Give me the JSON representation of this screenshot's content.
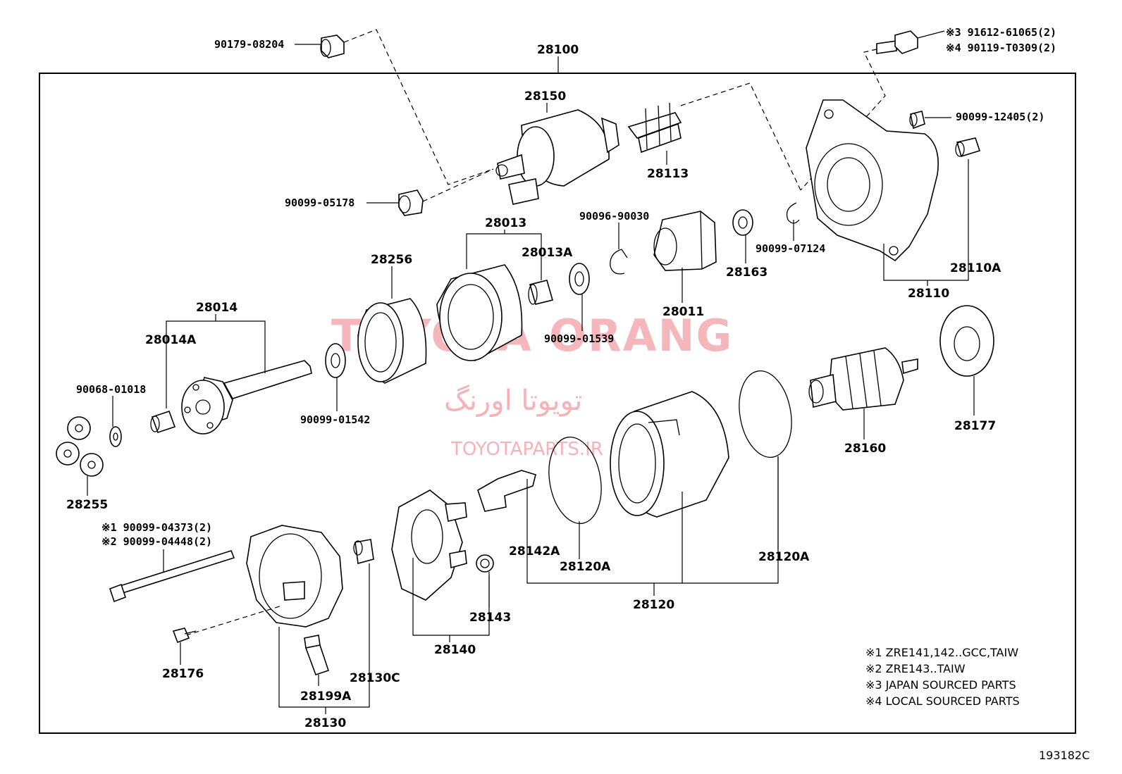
{
  "labels": {
    "p28100": "28100",
    "p90179_08204": "90179-08204",
    "p91612_61065": "※3 91612-61065(2)",
    "p90119_T0309": "※4 90119-T0309(2)",
    "p28150": "28150",
    "p28113": "28113",
    "p90099_12405": "90099-12405(2)",
    "p90099_05178": "90099-05178",
    "p28013": "28013",
    "p28013A": "28013A",
    "p90096_90030": "90096-90030",
    "p28163": "28163",
    "p90099_07124": "90099-07124",
    "p28110A": "28110A",
    "p28110": "28110",
    "p28256": "28256",
    "p28011": "28011",
    "p28014": "28014",
    "p28014A": "28014A",
    "p90099_01539": "90099-01539",
    "p90068_01018": "90068-01018",
    "p90099_01542": "90099-01542",
    "p28177": "28177",
    "p28160": "28160",
    "p28255": "28255",
    "p90099_04373": "※1 90099-04373(2)",
    "p90099_04448": "※2 90099-04448(2)",
    "p28142A": "28142A",
    "p28120A_left": "28120A",
    "p28120A_right": "28120A",
    "p28143": "28143",
    "p28120": "28120",
    "p28140": "28140",
    "p28176": "28176",
    "p28130C": "28130C",
    "p28199A": "28199A",
    "p28130": "28130"
  },
  "notes": [
    "※1 ZRE141,142..GCC,TAIW",
    "※2 ZRE143..TAIW",
    "※3 JAPAN SOURCED PARTS",
    "※4 LOCAL SOURCED PARTS"
  ],
  "figure_code": "193182C",
  "watermark": {
    "main": "TOYOTA ORANG",
    "persian": "تویوتا اورنگ",
    "site": "TOYOTAPARTS.IR",
    "color": "#f4a0a6"
  }
}
